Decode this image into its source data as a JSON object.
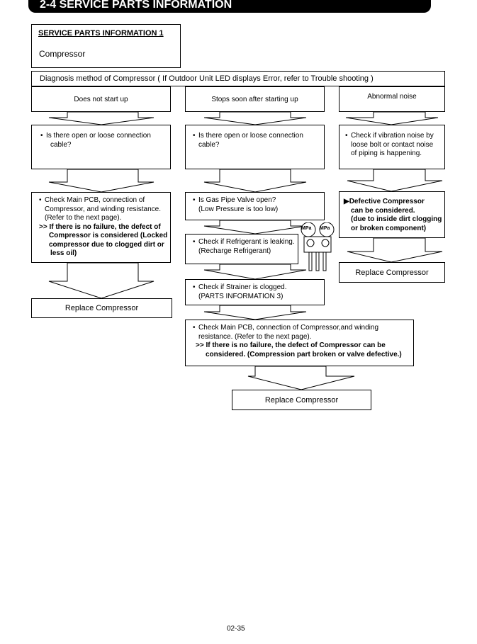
{
  "header": {
    "title": "2-4 SERVICE PARTS INFORMATION"
  },
  "info_box": {
    "title": "SERVICE PARTS INFORMATION 1",
    "subtitle": "Compressor"
  },
  "diagnosis_header": "Diagnosis method of Compressor ( If Outdoor Unit LED displays Error, refer to Trouble shooting )",
  "columns": {
    "left": {
      "header": "Does not start up",
      "q1_line1": "Is there open or loose connection",
      "q1_line2": "cable?",
      "check_line1": "Check Main PCB, connection of",
      "check_line2": "Compressor, and winding resistance.",
      "check_line3": "(Refer to the next page).",
      "bold_line1": ">> If there is no failure, the defect of",
      "bold_line2": "Compressor is considered (Locked",
      "bold_line3": "compressor due to clogged dirt or",
      "bold_line4": "less oil)",
      "replace": "Replace Compressor"
    },
    "middle": {
      "header": "Stops soon after starting up",
      "q1_line1": "Is there open or loose connection",
      "q1_line2": "cable?",
      "gas_line1": "Is Gas Pipe Valve open?",
      "gas_line2": "(Low Pressure is too low)",
      "refrig_line1": "Check if Refrigerant is leaking.",
      "refrig_line2": "(Recharge Refrigerant)",
      "strainer_line1": "Check if Strainer is clogged.",
      "strainer_line2": "(PARTS INFORMATION 3)",
      "pcb_line1": "Check Main PCB, connection of Compressor,and winding",
      "pcb_line2": "resistance. (Refer to the next page).",
      "bold_line1": ">> If there is no failure, the defect of Compressor can be",
      "bold_line2": "considered. (Compression part broken or valve defective.)",
      "replace": "Replace Compressor",
      "gauge_labels": [
        "MPa",
        "MPa"
      ]
    },
    "right": {
      "header": "Abnormal noise",
      "q1_line1": "Check if vibration noise by",
      "q1_line2": "loose bolt or contact noise",
      "q1_line3": "of piping is happening.",
      "defect_line1": "▶Defective Compressor",
      "defect_line2": "can be considered.",
      "defect_line3": "(due to inside dirt clogging",
      "defect_line4": "or broken component)",
      "replace": "Replace Compressor"
    }
  },
  "footer": {
    "page_number": "02-35"
  }
}
